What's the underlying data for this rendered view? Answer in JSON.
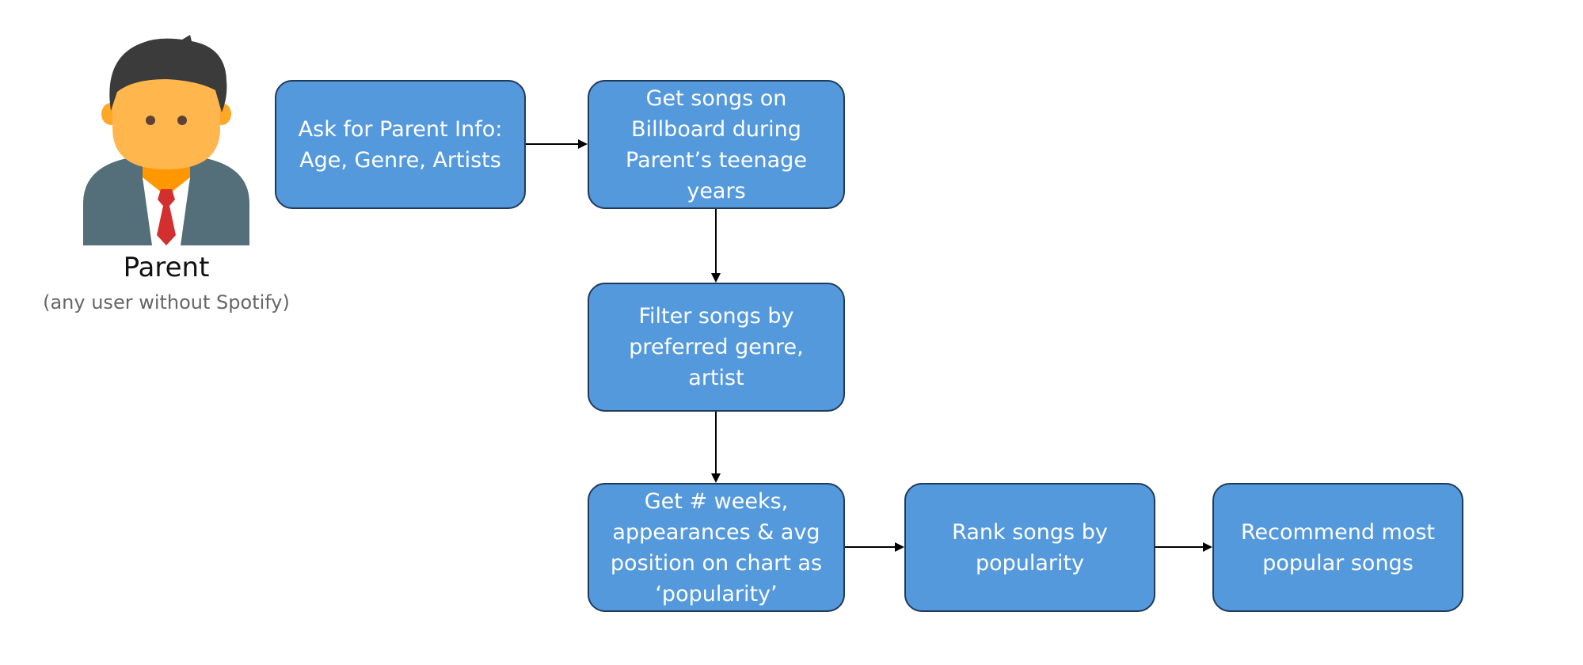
{
  "actor": {
    "name": "Parent",
    "subtitle": "(any user without Spotify)"
  },
  "steps": [
    {
      "id": "ask",
      "label": "Ask for Parent Info: Age, Genre, Artists"
    },
    {
      "id": "get",
      "label": "Get songs on Billboard during Parent’s teenage years"
    },
    {
      "id": "filter",
      "label": "Filter songs by preferred genre, artist"
    },
    {
      "id": "weeks",
      "label": "Get # weeks, appearances & avg position on chart as ‘popularity’"
    },
    {
      "id": "rank",
      "label": "Rank songs by popularity"
    },
    {
      "id": "recommend",
      "label": "Recommend most popular songs"
    }
  ],
  "edges": [
    {
      "from": "ask",
      "to": "get"
    },
    {
      "from": "get",
      "to": "filter"
    },
    {
      "from": "filter",
      "to": "weeks"
    },
    {
      "from": "weeks",
      "to": "rank"
    },
    {
      "from": "rank",
      "to": "recommend"
    }
  ],
  "colors": {
    "box_fill": "#5599dd",
    "box_border": "#203a5c",
    "box_text": "#ffffff",
    "arrow": "#000000",
    "avatar_hair": "#3b3b3b",
    "avatar_skin": "#ffb74d",
    "avatar_suit": "#546e7a",
    "avatar_tie": "#d32f2f"
  }
}
